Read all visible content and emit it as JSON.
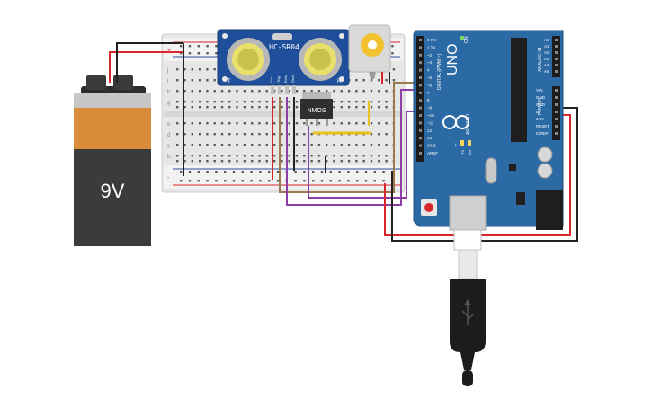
{
  "battery": {
    "label": "9V",
    "plus": "+",
    "minus": "-"
  },
  "sensor": {
    "model": "HC-SR04",
    "pin_vcc": "Vcc",
    "pin_trig": "Trig",
    "pin_echo": "Echo",
    "pin_gnd": "Gnd",
    "t": "T",
    "r": "R"
  },
  "mosfet": {
    "label": "NMOS"
  },
  "arduino": {
    "name": "UNO",
    "brand": "ARDUINO",
    "digital_label": "DIGITAL (PWM ~)",
    "analog_label": "ANALOG IN",
    "power_label": "POWER",
    "on_label": "ON",
    "tx": "TX",
    "rx": "RX",
    "l": "L",
    "digital_pins": [
      "0 RX",
      "1 TX",
      "~2",
      "~3",
      "4",
      "~5",
      "~6",
      "7",
      "8",
      "~9",
      "~10",
      "~11",
      "12",
      "13",
      "GND",
      "AREF"
    ],
    "power_pins": [
      "VIN",
      "GND",
      "GND",
      "5V",
      "3.3V",
      "RESET",
      "IOREF"
    ],
    "analog_pins": [
      "A0",
      "A1",
      "A2",
      "A3",
      "A4",
      "A5"
    ]
  },
  "breadboard": {
    "rows_top": [
      "j",
      "i",
      "h",
      "g",
      "f"
    ],
    "rows_bottom": [
      "e",
      "d",
      "c",
      "b",
      "a"
    ],
    "plus": "+",
    "minus": "-"
  },
  "colors": {
    "wire_red": "#d8262b",
    "wire_black": "#222222",
    "wire_purple": "#8e3fa6",
    "wire_brown": "#9a7b4f",
    "wire_yellow": "#e8c21e",
    "board_blue": "#2c6aa6",
    "sensor_blue": "#1f4f9a"
  }
}
